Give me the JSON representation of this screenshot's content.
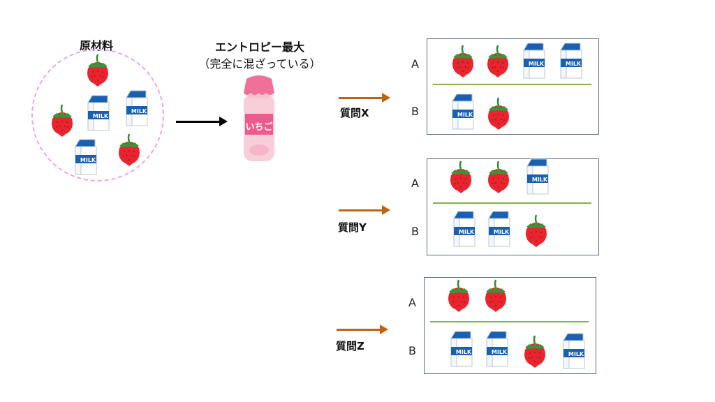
{
  "raw_materials": {
    "title": "原材料",
    "items": [
      "strawberry",
      "milk",
      "milk",
      "strawberry",
      "milk",
      "strawberry"
    ]
  },
  "result": {
    "title": "エントロピー最大",
    "subtitle": "（完全に混ざっている）",
    "bottle_label": "いちご"
  },
  "carton_label": "MILK",
  "colors": {
    "question_arrow": "#c0620e",
    "divider": "#7fb24a",
    "circle": "#f0a0f0"
  },
  "questions": [
    {
      "label": "質問X",
      "group_a_label": "A",
      "group_b_label": "B",
      "group_a": [
        "strawberry",
        "strawberry",
        "milk",
        "milk"
      ],
      "group_b": [
        "milk",
        "strawberry"
      ]
    },
    {
      "label": "質問Y",
      "group_a_label": "A",
      "group_b_label": "B",
      "group_a": [
        "strawberry",
        "strawberry",
        "milk"
      ],
      "group_b": [
        "milk",
        "milk",
        "strawberry"
      ]
    },
    {
      "label": "質問Z",
      "group_a_label": "A",
      "group_b_label": "B",
      "group_a": [
        "strawberry",
        "strawberry"
      ],
      "group_b": [
        "milk",
        "milk",
        "strawberry",
        "milk"
      ]
    }
  ]
}
